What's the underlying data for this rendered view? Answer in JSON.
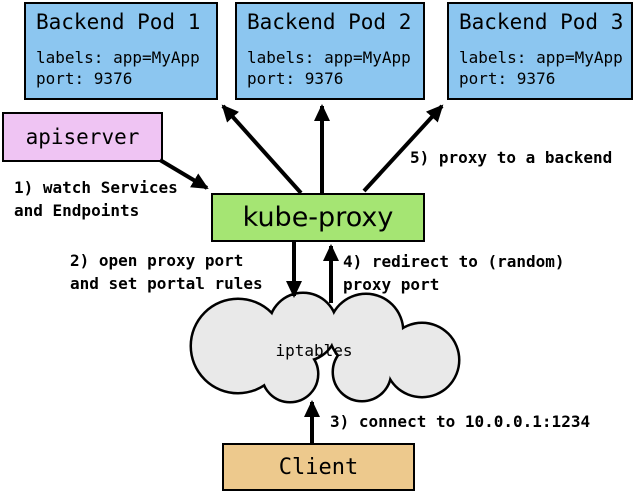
{
  "pods": [
    {
      "title": "Backend Pod 1",
      "labels_line": "labels: app=MyApp",
      "port_line": "port: 9376"
    },
    {
      "title": "Backend Pod 2",
      "labels_line": "labels: app=MyApp",
      "port_line": "port: 9376"
    },
    {
      "title": "Backend Pod 3",
      "labels_line": "labels: app=MyApp",
      "port_line": "port: 9376"
    }
  ],
  "nodes": {
    "apiserver": "apiserver",
    "kube_proxy": "kube-proxy",
    "iptables": "iptables",
    "client": "Client"
  },
  "annotations": {
    "step1": "1) watch Services\nand Endpoints",
    "step2": "2) open proxy port\nand set portal rules",
    "step3": "3) connect to 10.0.0.1:1234",
    "step4": "4) redirect to (random)\nproxy port",
    "step5": "5) proxy to a backend"
  },
  "colors": {
    "pod_fill": "#8CC6F0",
    "apiserver_fill": "#EFC4F3",
    "kube_proxy_fill": "#A5E573",
    "iptables_fill": "#E9E9E9",
    "client_fill": "#EDC98D",
    "border": "#000000",
    "arrow": "#000000",
    "background": "#FFFFFF"
  }
}
